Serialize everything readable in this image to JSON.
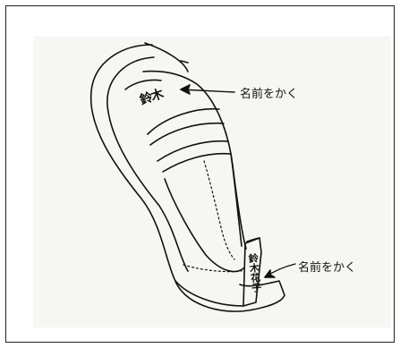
{
  "annotations": [
    {
      "text": "名前をかく"
    },
    {
      "text": "名前をかく"
    }
  ],
  "name_marks": {
    "top": "鈴木",
    "heel": "鈴木花子"
  }
}
